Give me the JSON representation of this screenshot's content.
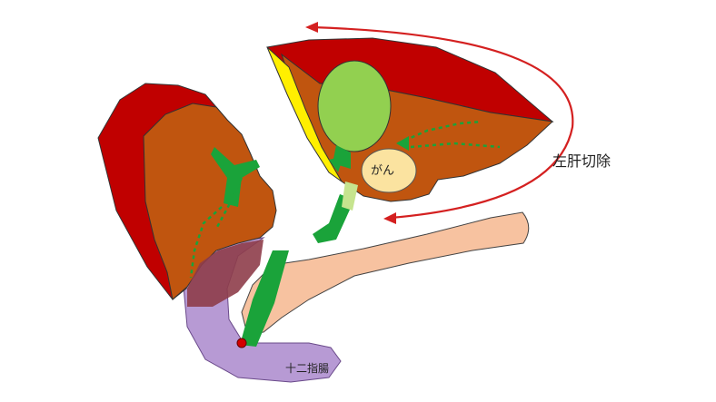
{
  "labels": {
    "tumor": "がん",
    "procedure": "左肝切除",
    "duodenum": "十二指腸"
  },
  "colors": {
    "liver_surface": "#c00000",
    "liver_body": "#c0550f",
    "bile_duct": "#1aa33a",
    "gallbladder": "#92d050",
    "tumor": "#fbe3a0",
    "pancreas": "#f7c2a0",
    "duodenum": "#b79ad4",
    "arrow": "#d42020",
    "edge_highlight": "#ffef00"
  }
}
